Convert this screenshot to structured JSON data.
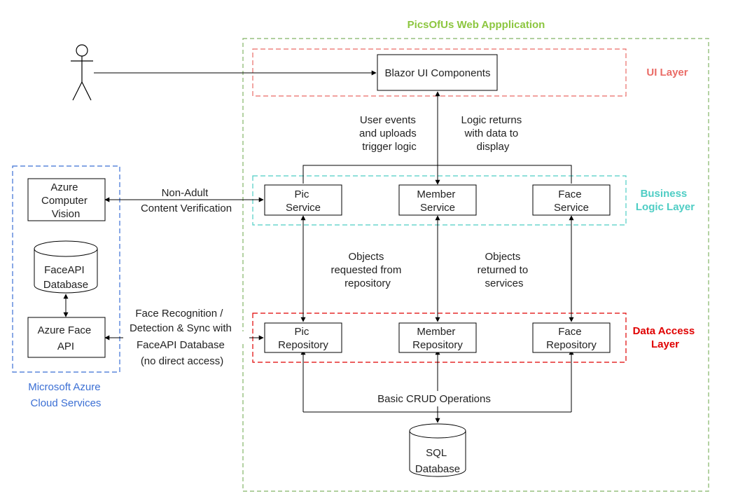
{
  "app": {
    "title": "PicsOfUs Web Appplication"
  },
  "colors": {
    "app_border": "#82b366",
    "app_title": "#8cc63f",
    "ui_layer": "#ea6b66",
    "business_layer": "#4ecdc4",
    "data_layer": "#e00000",
    "azure": "#3b6fd4"
  },
  "layers": {
    "ui": "UI Layer",
    "business": [
      "Business",
      "Logic Layer"
    ],
    "data": [
      "Data Access",
      "Layer"
    ]
  },
  "azure_group": {
    "label": [
      "Microsoft Azure",
      "Cloud Services"
    ]
  },
  "nodes": {
    "user": {
      "icon": "user-actor-icon"
    },
    "blazor": [
      "Blazor UI Components"
    ],
    "pic_service": [
      "Pic",
      "Service"
    ],
    "member_service": [
      "Member",
      "Service"
    ],
    "face_service": [
      "Face",
      "Service"
    ],
    "pic_repo": [
      "Pic",
      "Repository"
    ],
    "member_repo": [
      "Member",
      "Repository"
    ],
    "face_repo": [
      "Face",
      "Repository"
    ],
    "sql_db": [
      "SQL",
      "Database"
    ],
    "computer_vision": [
      "Azure",
      "Computer",
      "Vision"
    ],
    "faceapi_db": [
      "FaceAPI",
      "Database"
    ],
    "face_api": [
      "Azure Face",
      "API"
    ]
  },
  "edge_labels": {
    "user_events": [
      "User events",
      "and uploads",
      "trigger logic"
    ],
    "logic_returns": [
      "Logic returns",
      "with data to",
      "display"
    ],
    "content_verification": [
      "Non-Adult",
      "Content Verification"
    ],
    "objects_requested": [
      "Objects",
      "requested from",
      "repository"
    ],
    "objects_returned": [
      "Objects",
      "returned to",
      "services"
    ],
    "face_recognition": [
      "Face Recognition /",
      "Detection & Sync with",
      "FaceAPI Database",
      "(no direct access)"
    ],
    "crud": [
      "Basic CRUD Operations"
    ]
  }
}
